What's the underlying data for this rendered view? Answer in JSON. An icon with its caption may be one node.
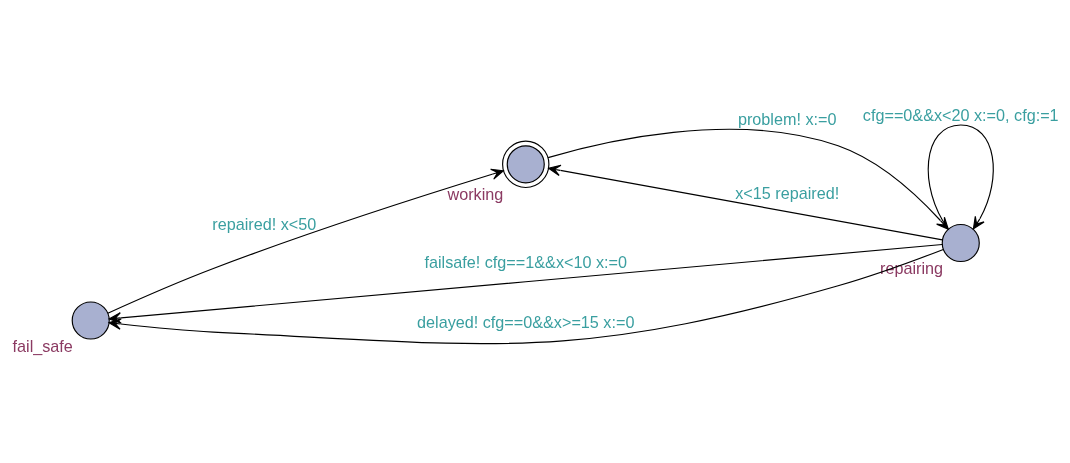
{
  "diagram": {
    "nodes": [
      {
        "text": [],
        "shape": "circle",
        "beside": [
          "fail_safe"
        ]
      },
      {
        "text": [],
        "shape": "doublecircle",
        "beside": [
          "working"
        ]
      },
      {
        "text": [],
        "shape": "circle",
        "beside": [
          "repairing"
        ]
      }
    ],
    "edges": [
      {
        "from": 0,
        "to": 1,
        "arrow": "to",
        "label": "repaired! x<50"
      },
      {
        "from": 1,
        "to": 2,
        "arrow": "to",
        "label": "problem! x:=0"
      },
      {
        "from": 2,
        "to": 0,
        "arrow": "to",
        "label": "failsafe! cfg==1&&x<10 x:=0"
      },
      {
        "from": 2,
        "to": 0,
        "arrow": "to",
        "label": "delayed! cfg==0&&x>=15 x:=0"
      },
      {
        "from": 2,
        "to": 2,
        "arrow": "to",
        "label": "cfg==0&&x<20 x:=0, cfg:=1"
      },
      {
        "from": 2,
        "to": 1,
        "arrow": "to",
        "label": "x<15 repaired!"
      }
    ]
  }
}
